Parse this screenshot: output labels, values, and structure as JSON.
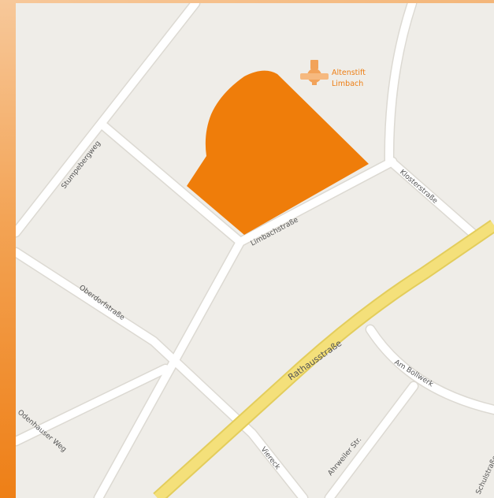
{
  "colors": {
    "background": "#efede8",
    "minor_road": "#ffffff",
    "minor_road_casing": "#dcd9d2",
    "main_road": "#f4e07a",
    "main_road_casing": "#e3cd5c",
    "building": "#ef7d0a",
    "accent": "#ee7f16",
    "label": "#555555"
  },
  "streets": {
    "stumpeberweg": "Stumpebergweg",
    "limbachstrasse": "Limbachstraße",
    "klosterstrasse": "Klosterstraße",
    "oberdorfstrasse": "Oberdorfstraße",
    "rathausstrasse": "Rathausstraße",
    "am_bollwerk": "Am Bollwerk",
    "odenhauser_weg": "Odenhauser Weg",
    "viereck": "Viereck",
    "ahrweiler_str": "Ahrweiler Str.",
    "schulstrasse": "Schulstraße"
  },
  "poi": {
    "name_line1": "Altenstift",
    "name_line2": "Limbach",
    "icon": "altenstift-logo-icon"
  }
}
